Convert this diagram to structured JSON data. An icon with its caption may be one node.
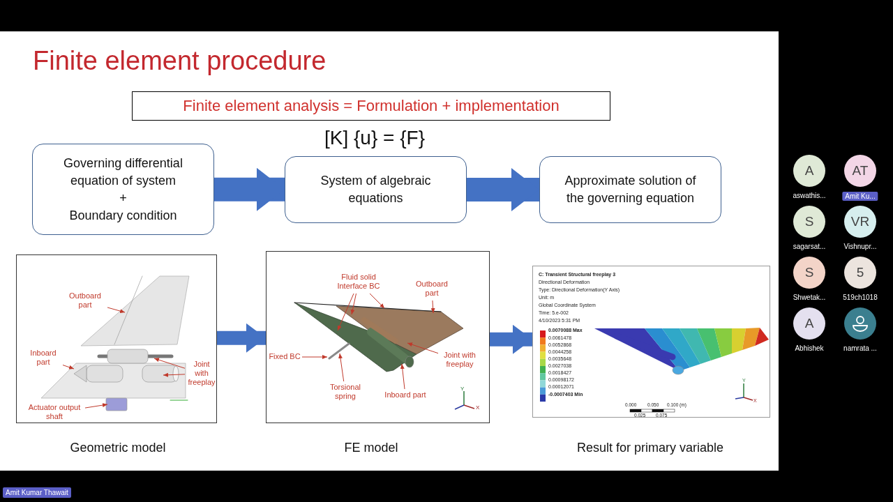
{
  "diagram": {
    "title": "Finite element procedure",
    "nodes": [
      {
        "text": [
          "Finite element analysis = Formulation + implementation"
        ]
      },
      {
        "text": [
          "Governing differential equation of system",
          "+",
          "Boundary condition"
        ]
      },
      {
        "text": [
          "System of algebraic equations"
        ]
      },
      {
        "text": [
          "Approximate solution of the governing equation"
        ]
      },
      {
        "text": [],
        "shape": "picture",
        "beside": [
          "Geometric model"
        ]
      },
      {
        "text": [],
        "shape": "picture",
        "beside": [
          "FE model"
        ]
      },
      {
        "text": [],
        "shape": "picture",
        "beside": [
          "Result for primary variable"
        ]
      },
      {
        "text": [
          "Outboard part"
        ],
        "in": 4
      },
      {
        "text": [
          "Inboard part"
        ],
        "in": 4
      },
      {
        "text": [
          "Joint with freeplay"
        ],
        "in": 4
      },
      {
        "text": [
          "Actuator output shaft"
        ],
        "in": 4
      },
      {
        "text": [
          "Fluid solid Interface BC"
        ],
        "in": 5
      },
      {
        "text": [
          "Outboard part"
        ],
        "in": 5
      },
      {
        "text": [
          "Fixed BC"
        ],
        "in": 5
      },
      {
        "text": [
          "Torsional spring"
        ],
        "in": 5
      },
      {
        "text": [
          "Inboard part"
        ],
        "in": 5
      },
      {
        "text": [
          "Joint with freeplay"
        ],
        "in": 5
      },
      {
        "text": [
          "A"
        ],
        "beside": [
          "aswathis..."
        ]
      },
      {
        "text": [
          "AT"
        ],
        "beside": [
          "Amit Ku..."
        ]
      },
      {
        "text": [
          "S"
        ],
        "beside": [
          "sagarsat..."
        ]
      },
      {
        "text": [
          "VR"
        ],
        "beside": [
          "Vishnupr..."
        ]
      },
      {
        "text": [
          "S"
        ],
        "beside": [
          "Shwetak..."
        ]
      },
      {
        "text": [
          "5"
        ],
        "beside": [
          "519ch1018"
        ]
      },
      {
        "text": [
          "A"
        ],
        "beside": [
          "Abhishek"
        ]
      },
      {
        "text": [],
        "shape": "person",
        "beside": [
          "namrata ..."
        ]
      }
    ],
    "edges": [
      {
        "from": 1,
        "to": 2,
        "arrow": "to",
        "style": "thick",
        "color": "#4472c4"
      },
      {
        "from": 2,
        "to": 3,
        "arrow": "to",
        "style": "thick",
        "color": "#4472c4"
      },
      {
        "from": 4,
        "to": 5,
        "arrow": "to",
        "style": "thick",
        "color": "#4472c4"
      },
      {
        "from": 5,
        "to": 6,
        "arrow": "to",
        "style": "thick",
        "color": "#4472c4"
      },
      {
        "from": 7,
        "to": null,
        "arrow": "to"
      },
      {
        "from": 8,
        "to": null,
        "arrow": "to"
      },
      {
        "from": 9,
        "to": null,
        "arrow": "to"
      },
      {
        "from": 9,
        "to": null,
        "arrow": "to"
      },
      {
        "from": 10,
        "to": null,
        "arrow": "to"
      },
      {
        "from": 11,
        "to": null,
        "arrow": "to"
      },
      {
        "from": 11,
        "to": null,
        "arrow": "to"
      },
      {
        "from": 11,
        "to": null,
        "arrow": "to"
      },
      {
        "from": 12,
        "to": null,
        "arrow": "to"
      },
      {
        "from": 13,
        "to": null,
        "arrow": "to"
      },
      {
        "from": 14,
        "to": null,
        "arrow": "to"
      },
      {
        "from": 15,
        "to": null,
        "arrow": "to"
      },
      {
        "from": 16,
        "to": null,
        "arrow": "to"
      }
    ],
    "labels": [
      "[K] {u} = {F}",
      "Y",
      "X",
      "C: Transient Structural freeplay 3",
      "Directional Deformation",
      "Type: Directional Deformation(Y Axis)",
      "Unit: m",
      "Global Coordinate System",
      "Time: 5.e-002",
      "4/10/2023 5:31 PM",
      "0.0070088 Max",
      "0.0061478",
      "0.0052868",
      "0.0044258",
      "0.0035648",
      "0.0027038",
      "0.0018427",
      "0.00098172",
      "0.00012071",
      "-0.0007403 Min",
      "0.000",
      "0.050",
      "0.100 (m)",
      "0.025",
      "0.075",
      "Y",
      "X",
      "Amit Kumar Thawait"
    ]
  }
}
